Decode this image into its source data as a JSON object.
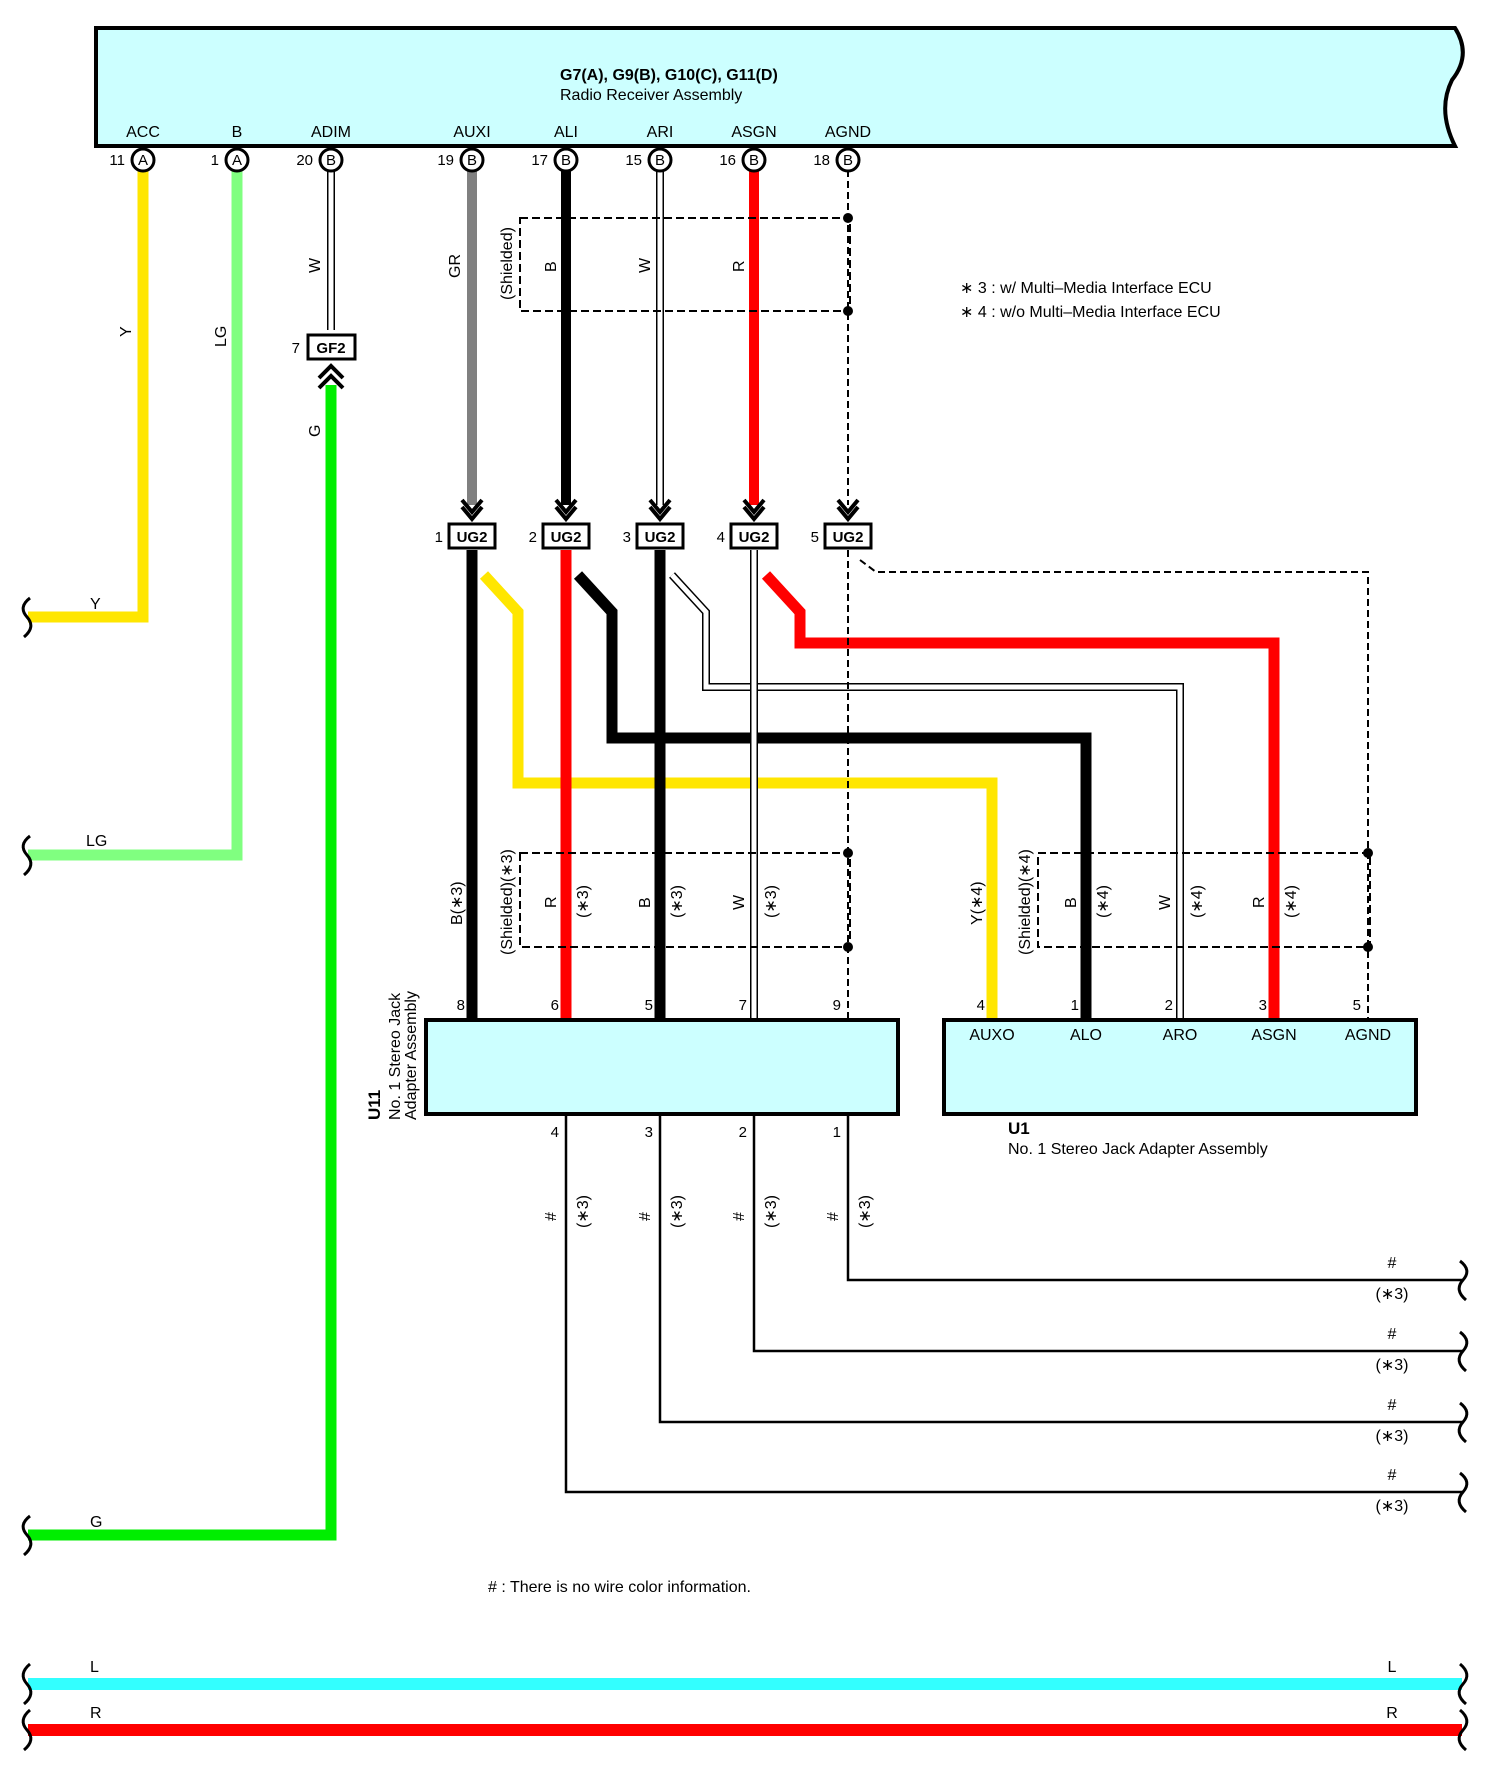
{
  "radio": {
    "title": "G7(A), G9(B), G10(C), G11(D)",
    "subtitle": "Radio Receiver Assembly",
    "terminals": [
      {
        "name": "ACC",
        "pin": "11",
        "conn": "A"
      },
      {
        "name": "B",
        "pin": "1",
        "conn": "A"
      },
      {
        "name": "ADIM",
        "pin": "20",
        "conn": "B"
      },
      {
        "name": "AUXI",
        "pin": "19",
        "conn": "B"
      },
      {
        "name": "ALI",
        "pin": "17",
        "conn": "B"
      },
      {
        "name": "ARI",
        "pin": "15",
        "conn": "B"
      },
      {
        "name": "ASGN",
        "pin": "16",
        "conn": "B"
      },
      {
        "name": "AGND",
        "pin": "18",
        "conn": "B"
      }
    ]
  },
  "wire_labels": {
    "y": "Y",
    "lg": "LG",
    "w": "W",
    "g": "G",
    "gr": "GR",
    "b": "B",
    "r": "R",
    "shielded": "(Shielded)"
  },
  "gf2": {
    "pin": "7",
    "label": "GF2"
  },
  "ug2": {
    "label": "UG2",
    "pins": [
      "1",
      "2",
      "3",
      "4",
      "5"
    ]
  },
  "notes": {
    "n3": "∗ 3 : w/ Multi–Media Interface ECU",
    "n4": "∗ 4 : w/o Multi–Media Interface ECU",
    "hash": "# : There is no wire color information."
  },
  "left_labels": {
    "y": "B(∗3)",
    "sh": "(Shielded)(∗3)",
    "r": "R",
    "r3": "(∗3)",
    "b": "B",
    "b3": "(∗3)",
    "w": "W",
    "w3": "(∗3)"
  },
  "right_labels": {
    "y4": "Y(∗4)",
    "sh": "(Shielded)(∗4)",
    "b": "B",
    "b4": "(∗4)",
    "w": "W",
    "w4": "(∗4)",
    "r": "R",
    "r4": "(∗4)"
  },
  "u11": {
    "id": "U11",
    "name1": "No. 1 Stereo Jack",
    "name2": "Adapter Assembly",
    "top_pins": [
      "8",
      "6",
      "5",
      "7",
      "9"
    ],
    "bottom_pins": [
      "4",
      "3",
      "2",
      "1"
    ]
  },
  "u1": {
    "id": "U1",
    "name": "No.  1 Stereo Jack Adapter Assembly",
    "pins": [
      "4",
      "1",
      "2",
      "3",
      "5"
    ],
    "terms": [
      "AUXO",
      "ALO",
      "ARO",
      "ASGN",
      "AGND"
    ]
  },
  "bottom_wire_labels": {
    "hash": "#",
    "star3": "(∗3)"
  },
  "bus": {
    "l": "L",
    "r": "R"
  },
  "colors": {
    "body": "#ccffff",
    "yellow": "#ffe600",
    "lightgreen": "#80ff80",
    "green": "#00ee00",
    "gray": "#808080",
    "red": "#ff0000",
    "black": "#000000",
    "cyan": "#33ffff"
  }
}
